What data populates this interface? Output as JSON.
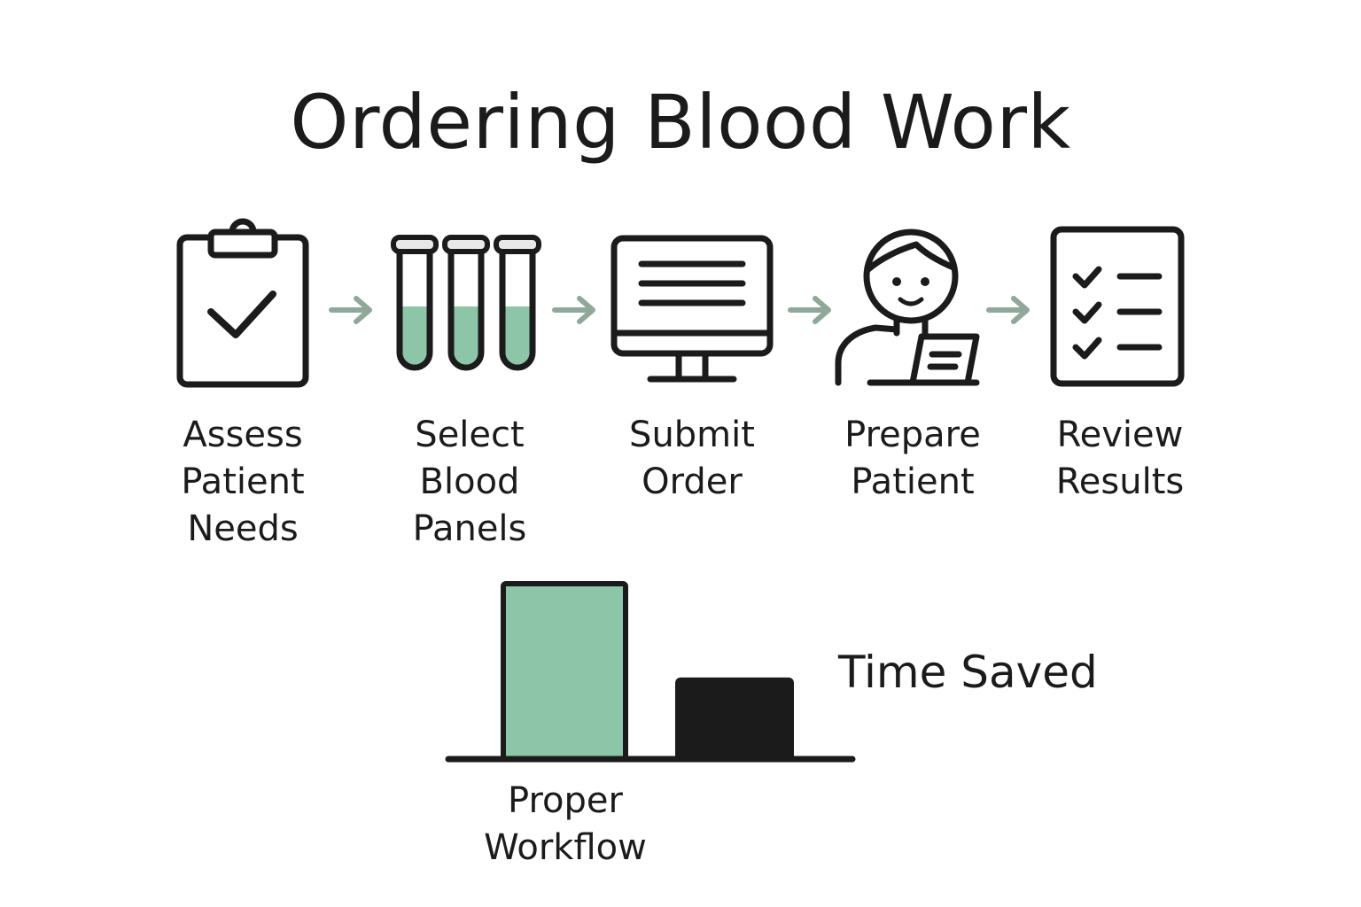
{
  "title": "Ordering Blood Work",
  "colors": {
    "accent_green": "#8dc5a8",
    "stroke": "#1b1b1b",
    "arrow": "#8fa89a",
    "dark_bar": "#1b1b1b"
  },
  "steps": [
    {
      "icon": "clipboard-check-icon",
      "lines": [
        "Assess",
        "Patient",
        "Needs"
      ]
    },
    {
      "icon": "test-tubes-icon",
      "lines": [
        "Select",
        "Blood",
        "Panels"
      ]
    },
    {
      "icon": "computer-monitor-icon",
      "lines": [
        "Submit",
        "Order"
      ]
    },
    {
      "icon": "person-laptop-icon",
      "lines": [
        "Prepare",
        "Patient"
      ]
    },
    {
      "icon": "checklist-icon",
      "lines": [
        "Review",
        "Results"
      ]
    }
  ],
  "chart_data": {
    "type": "bar",
    "categories": [
      "Proper Workflow",
      ""
    ],
    "values": [
      100,
      45
    ],
    "bar_colors": [
      "#8dc5a8",
      "#1b1b1b"
    ],
    "category_labels": [
      [
        "Proper",
        "Workflow"
      ]
    ],
    "annotation": "Time Saved"
  }
}
